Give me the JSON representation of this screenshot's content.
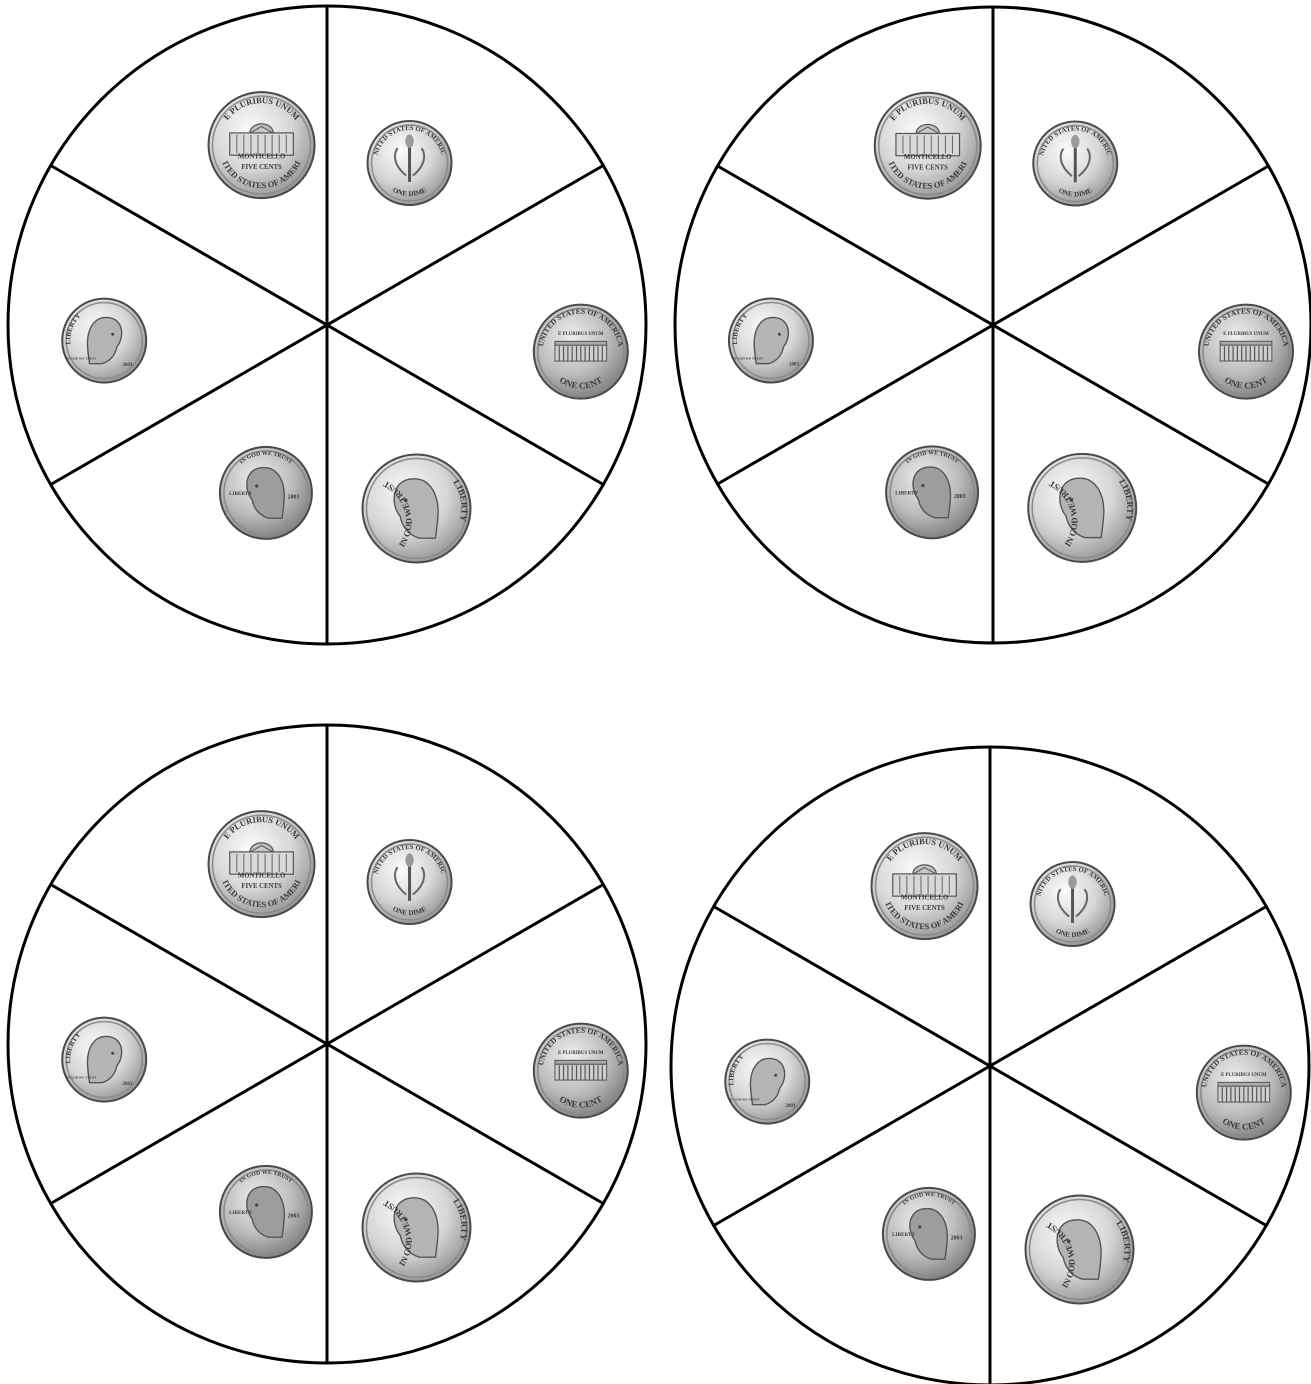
{
  "page": {
    "background": "#ffffff",
    "line_color": "#000000"
  },
  "spinners": [
    {
      "id": "spinner-top-left"
    },
    {
      "id": "spinner-top-right"
    },
    {
      "id": "spinner-bottom-left"
    },
    {
      "id": "spinner-bottom-right"
    }
  ],
  "sections": [
    {
      "coin": "nickel",
      "side": "reverse",
      "icon": "nickel-monticello-icon",
      "text": {
        "top": "E PLURIBUS UNUM",
        "building": "MONTICELLO",
        "value": "FIVE CENTS",
        "country": "UNITED STATES OF AMERICA"
      }
    },
    {
      "coin": "dime",
      "side": "reverse",
      "icon": "dime-torch-icon",
      "text": {
        "country": "UNITED STATES OF AMERICA",
        "value": "ONE DIME"
      }
    },
    {
      "coin": "penny",
      "side": "reverse",
      "icon": "penny-lincoln-memorial-icon",
      "text": {
        "country": "UNITED STATES OF AMERICA",
        "motto": "E PLURIBUS UNUM",
        "value": "ONE CENT"
      }
    },
    {
      "coin": "nickel",
      "side": "obverse",
      "icon": "nickel-jefferson-icon",
      "text": {
        "motto": "IN GOD WE TRUST",
        "word": "LIBERTY"
      }
    },
    {
      "coin": "penny",
      "side": "obverse",
      "icon": "penny-lincoln-icon",
      "text": {
        "motto": "IN GOD WE TRUST",
        "word": "LIBERTY",
        "year": "2003"
      }
    },
    {
      "coin": "dime",
      "side": "obverse",
      "icon": "dime-roosevelt-icon",
      "text": {
        "word": "LIBERTY",
        "motto": "IN GOD WE TRUST",
        "year": "2003"
      }
    }
  ]
}
